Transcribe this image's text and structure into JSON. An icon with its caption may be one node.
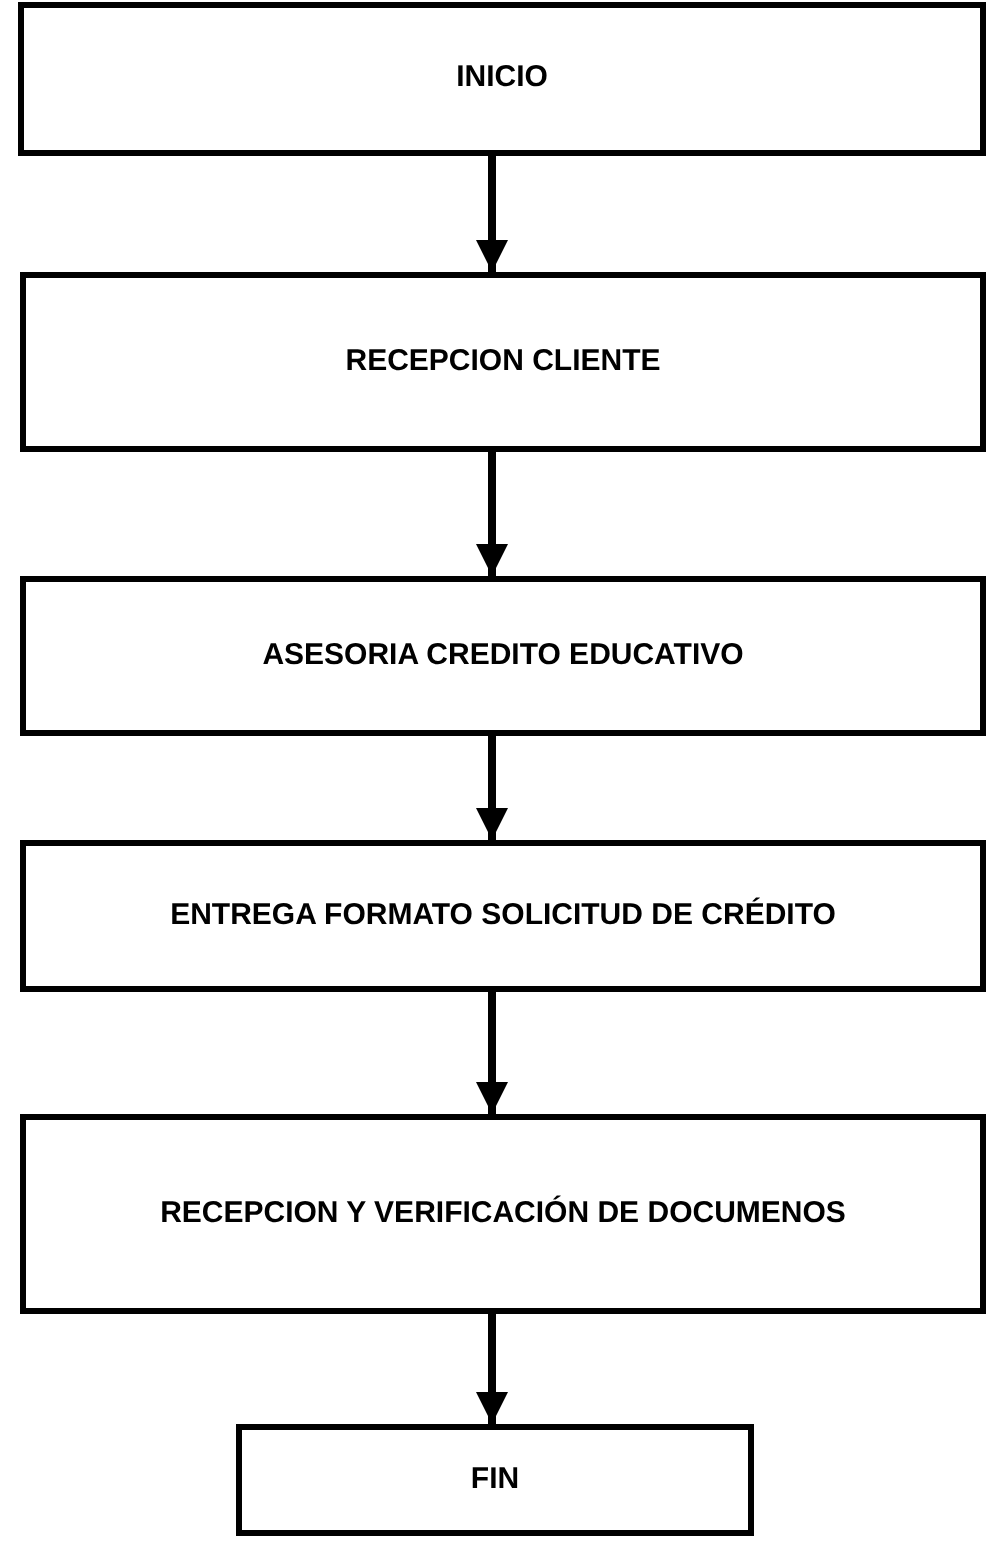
{
  "diagram": {
    "nodes": [
      {
        "text": [
          "INICIO"
        ]
      },
      {
        "text": [
          "RECEPCION CLIENTE"
        ]
      },
      {
        "text": [
          "ASESORIA CREDITO EDUCATIVO"
        ]
      },
      {
        "text": [
          "ENTREGA FORMATO SOLICITUD DE CRÉDITO"
        ]
      },
      {
        "text": [
          "RECEPCION Y VERIFICACIÓN DE DOCUMENOS"
        ]
      },
      {
        "text": [
          "FIN"
        ]
      }
    ],
    "edges": [
      {
        "from": 0,
        "to": 1,
        "arrow": "to"
      },
      {
        "from": 1,
        "to": 2,
        "arrow": "to"
      },
      {
        "from": 2,
        "to": 3,
        "arrow": "to"
      },
      {
        "from": 3,
        "to": 4,
        "arrow": "to"
      },
      {
        "from": 4,
        "to": 5,
        "arrow": "to"
      }
    ]
  }
}
